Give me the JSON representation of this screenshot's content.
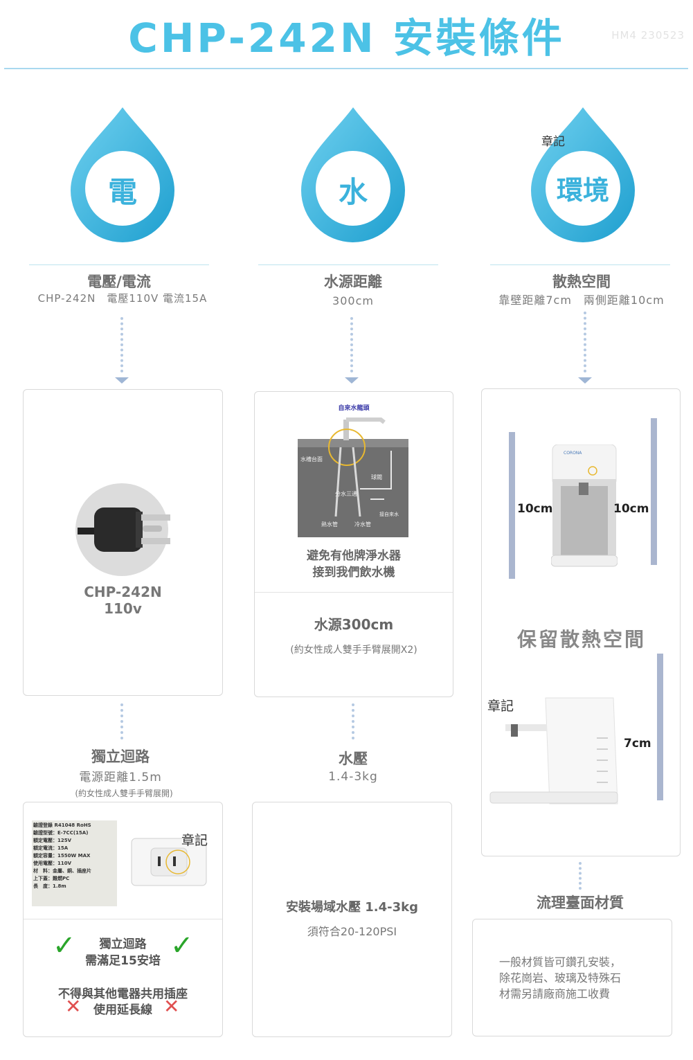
{
  "header": {
    "title": "CHP-242N 安裝條件",
    "code": "HM4 230523"
  },
  "icons": [
    {
      "label": "電",
      "icon": "water-drop-icon"
    },
    {
      "label": "水",
      "icon": "water-drop-icon"
    },
    {
      "label": "環境",
      "icon": "water-drop-icon"
    }
  ],
  "annotation": "章記",
  "electric": {
    "heading": "電壓/電流",
    "spec": "CHP-242N　電壓110V 電流15A",
    "card_model": "CHP-242N",
    "card_voltage": "110v",
    "circuit_heading": "獨立迴路",
    "circuit_distance": "電源距離1.5m",
    "circuit_note": "(約女性成人雙手手臂展開)",
    "label_plate": [
      "驗證登錄",
      "R41048",
      "RoHS",
      "驗證型號：E-7CC(15A)",
      "額定電壓：125V",
      "額定電流：15A",
      "額定容量：1550W MAX",
      "使用電壓：110V",
      "材　料：金屬、銅、插座片",
      "上下蓋：難燃PC",
      "長　度：1.8m"
    ],
    "rule1_line1": "獨立迴路",
    "rule1_line2": "需滿足15安培",
    "rule2_line1": "不得與其他電器共用插座",
    "rule2_line2": "使用延長線"
  },
  "water": {
    "heading": "水源距離",
    "spec": "300cm",
    "diagram_labels": {
      "faucet": "自來水龍頭",
      "counter": "水槽台面",
      "valve": "球閥",
      "tee": "分水三通",
      "hot": "熱水管",
      "cold": "冷水管",
      "inlet": "接自來水"
    },
    "warn_line1": "避免有他牌淨水器",
    "warn_line2": "接到我們飲水機",
    "distance": "水源300cm",
    "distance_note": "(約女性成人雙手手臂展開X2)",
    "pressure_heading": "水壓",
    "pressure_spec": "1.4-3kg",
    "site_pressure": "安裝場域水壓 1.4-3kg",
    "psi": "須符合20-120PSI"
  },
  "environment": {
    "heading": "散熱空間",
    "spec": "靠壁距離7cm　兩側距離10cm",
    "side_left": "10cm",
    "side_right": "10cm",
    "brand": "CORONA",
    "keep_space": "保留散熱空間",
    "back": "7cm",
    "counter_heading": "流理臺面材質",
    "counter_line1": "一般材質皆可鑽孔安裝，",
    "counter_line2": "除花崗岩、玻璃及特殊石",
    "counter_line3": "材需另請廠商施工收費"
  },
  "colors": {
    "accent": "#4cc2e6",
    "check": "#2aa52a",
    "cross": "#e05050"
  }
}
